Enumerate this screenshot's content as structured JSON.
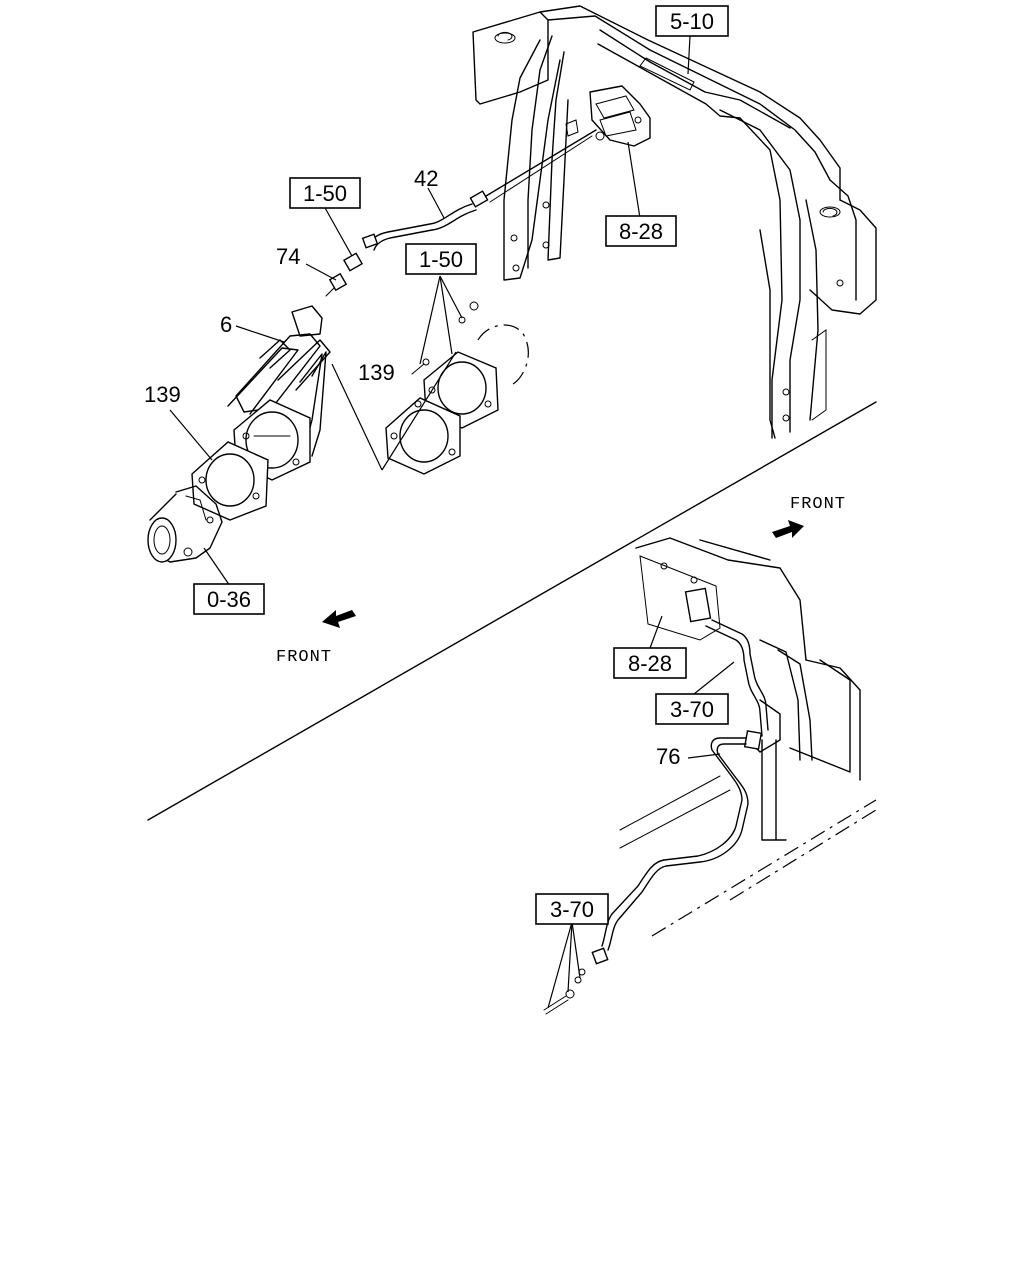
{
  "diagram": {
    "ref_boxes": [
      {
        "id": "r510",
        "text": "5-10"
      },
      {
        "id": "r828a",
        "text": "8-28"
      },
      {
        "id": "r150a",
        "text": "1-50"
      },
      {
        "id": "r150b",
        "text": "1-50"
      },
      {
        "id": "r036",
        "text": "0-36"
      },
      {
        "id": "r828b",
        "text": "8-28"
      },
      {
        "id": "r370a",
        "text": "3-70"
      },
      {
        "id": "r370b",
        "text": "3-70"
      }
    ],
    "part_numbers": [
      {
        "id": "p42",
        "text": "42"
      },
      {
        "id": "p74",
        "text": "74"
      },
      {
        "id": "p6",
        "text": "6"
      },
      {
        "id": "p139a",
        "text": "139"
      },
      {
        "id": "p139b",
        "text": "139"
      },
      {
        "id": "p76",
        "text": "76"
      }
    ],
    "direction_labels": [
      {
        "id": "f1",
        "text": "FRONT"
      },
      {
        "id": "f2",
        "text": "FRONT"
      }
    ]
  }
}
